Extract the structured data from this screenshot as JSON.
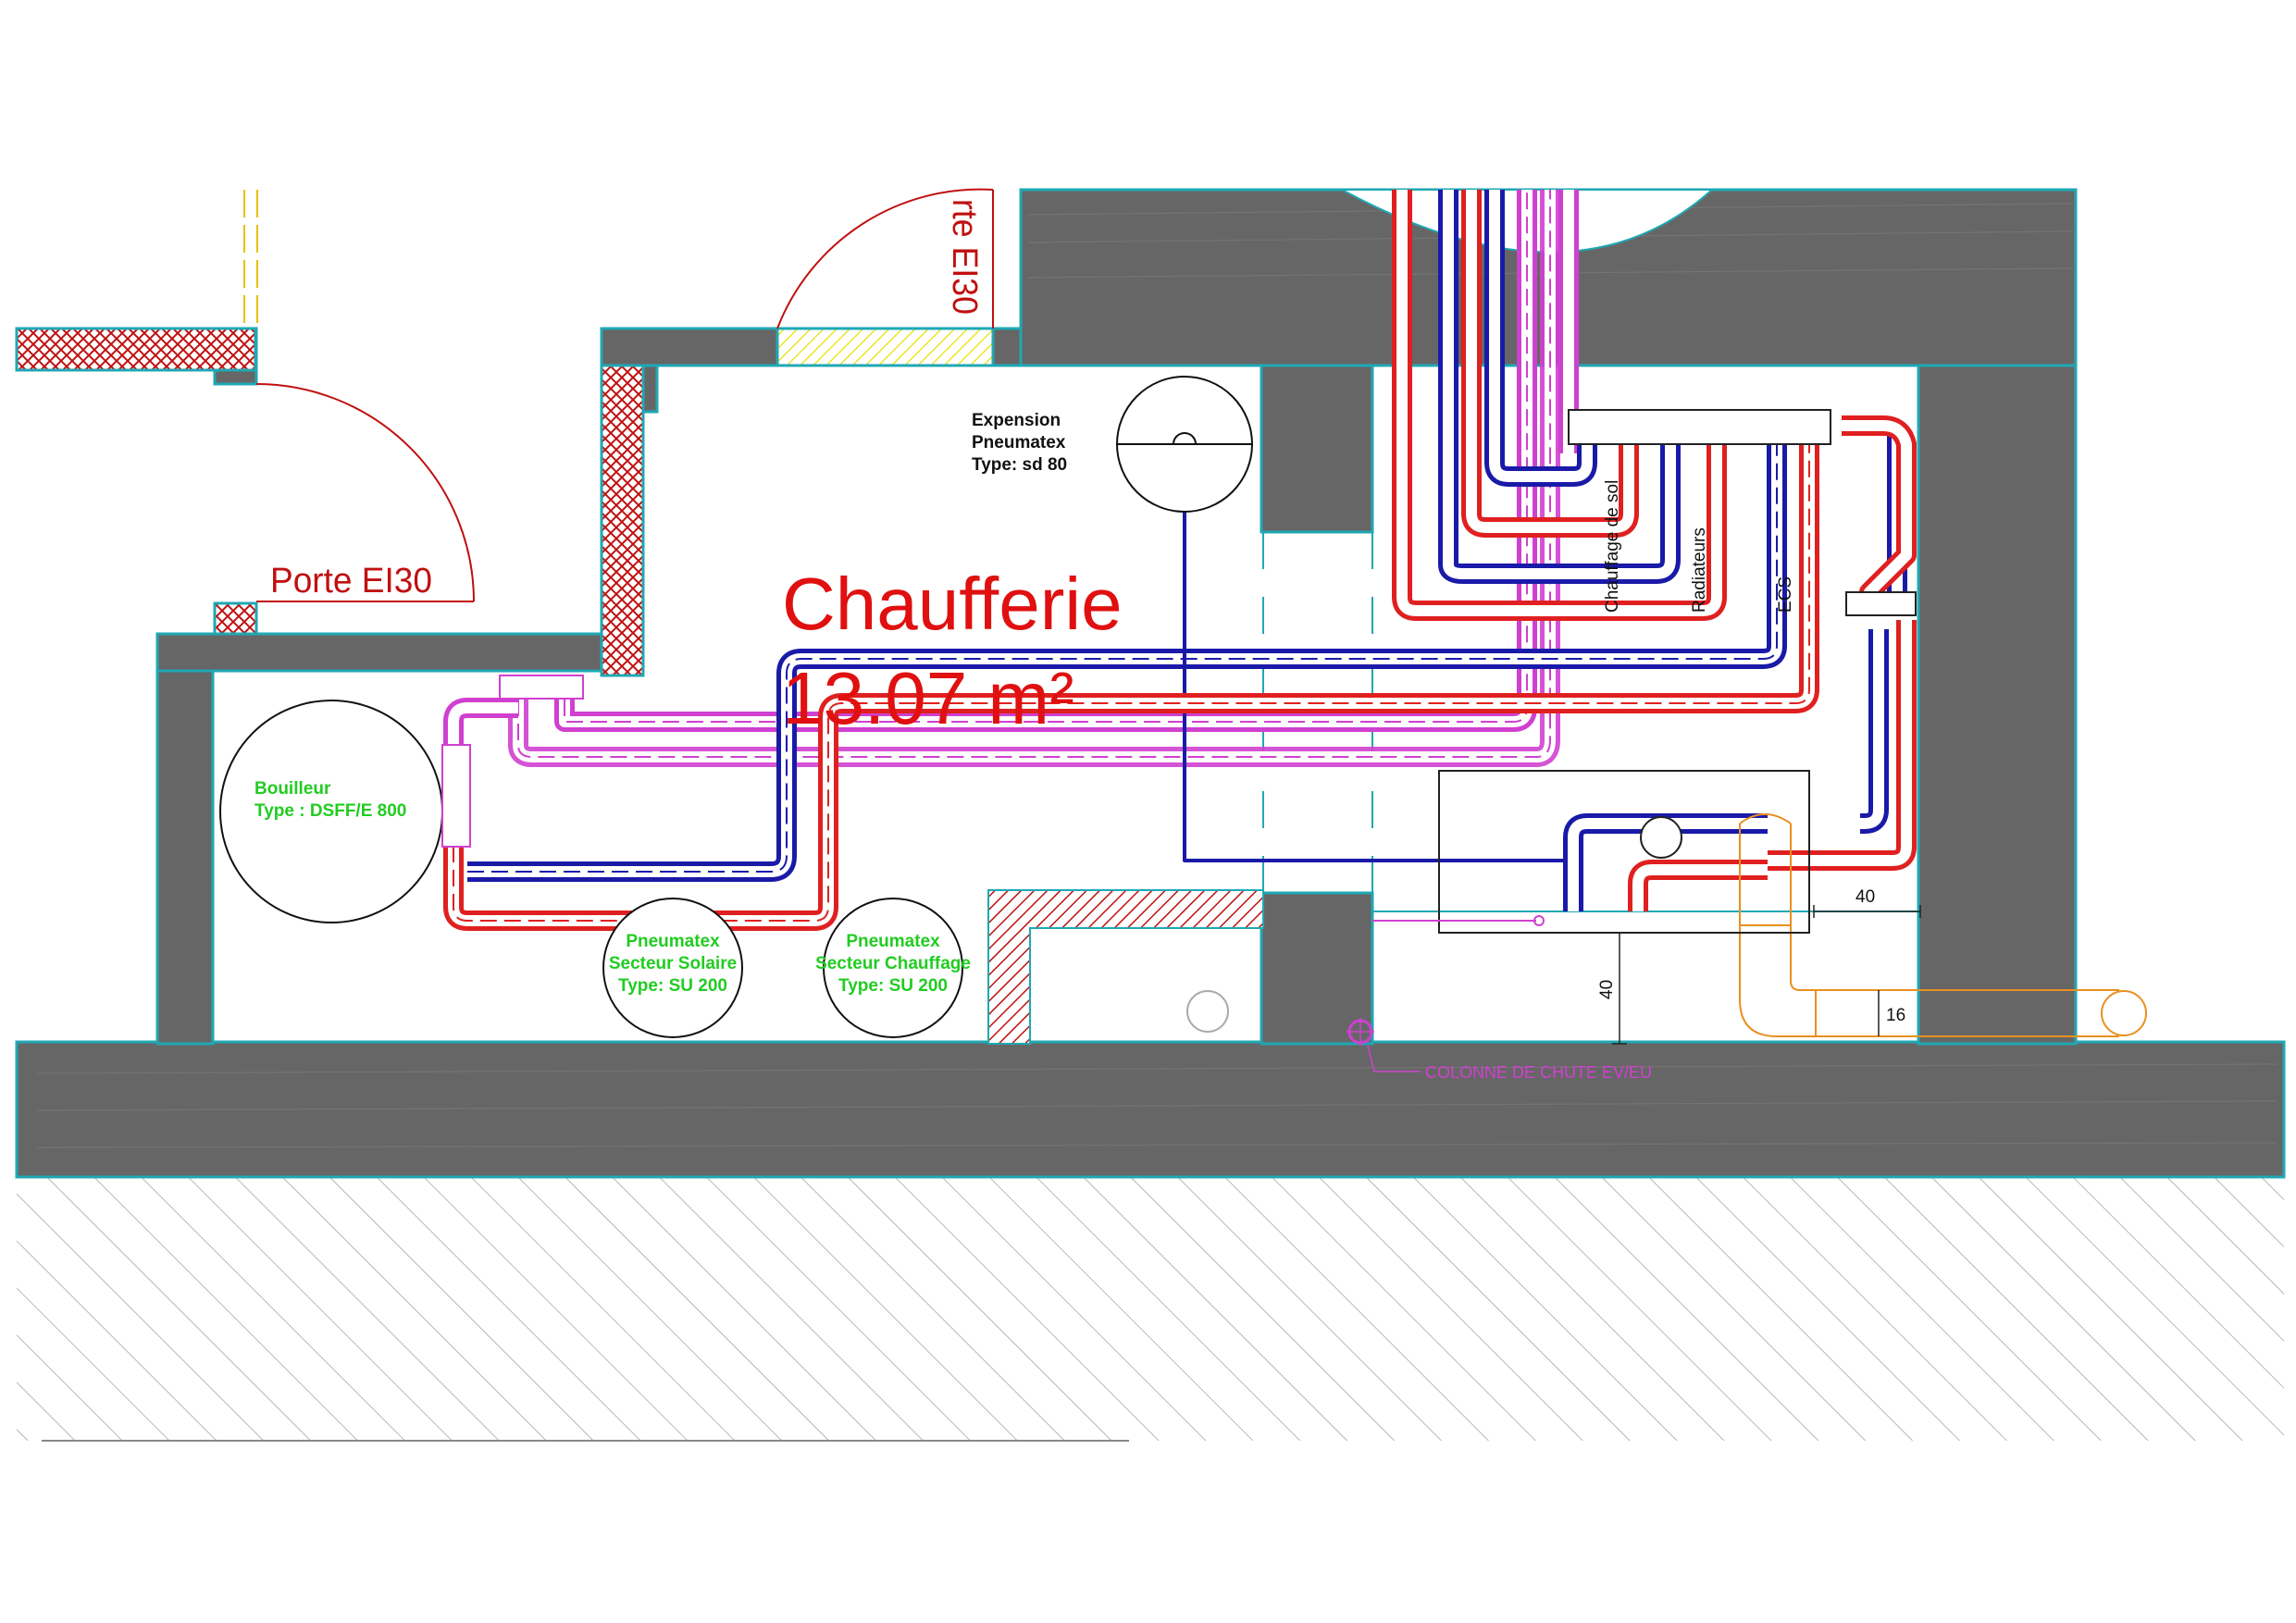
{
  "room": {
    "name": "Chaufferie",
    "area": "13.07 m²"
  },
  "doors": {
    "left": "Porte EI30",
    "top": "rte EI30"
  },
  "equipment": {
    "expansion": {
      "line1": "Expension",
      "line2": "Pneumatex",
      "line3": "Type: sd 80"
    },
    "boiler": {
      "line1": "Bouilleur",
      "line2": "Type : DSFF/E 800"
    },
    "solar_tank": {
      "line1": "Pneumatex",
      "line2": "Secteur Solaire",
      "line3": "Type: SU 200"
    },
    "heating_tank": {
      "line1": "Pneumatex",
      "line2": "Secteur Chauffage",
      "line3": "Type: SU 200"
    }
  },
  "circuits": {
    "floor_heating": "Chauffage de sol",
    "radiators": "Radiateurs",
    "dhw": "ECS"
  },
  "drain": {
    "label": "COLONNE DE CHUTE EV/EU"
  },
  "dimensions": {
    "d1": "40",
    "d2": "40",
    "d3": "16"
  },
  "colors": {
    "wall": "#666666",
    "wall_edge": "#1fa8b4",
    "hot_pipe": "#e02020",
    "cold_pipe": "#1a1aa8",
    "solar_pipe": "#d040d0",
    "gas_pipe": "#e89020",
    "title": "#e01010",
    "equipment_text": "#22cc22",
    "hatch_red": "#c01010",
    "hatch_yellow": "#e8e000"
  }
}
